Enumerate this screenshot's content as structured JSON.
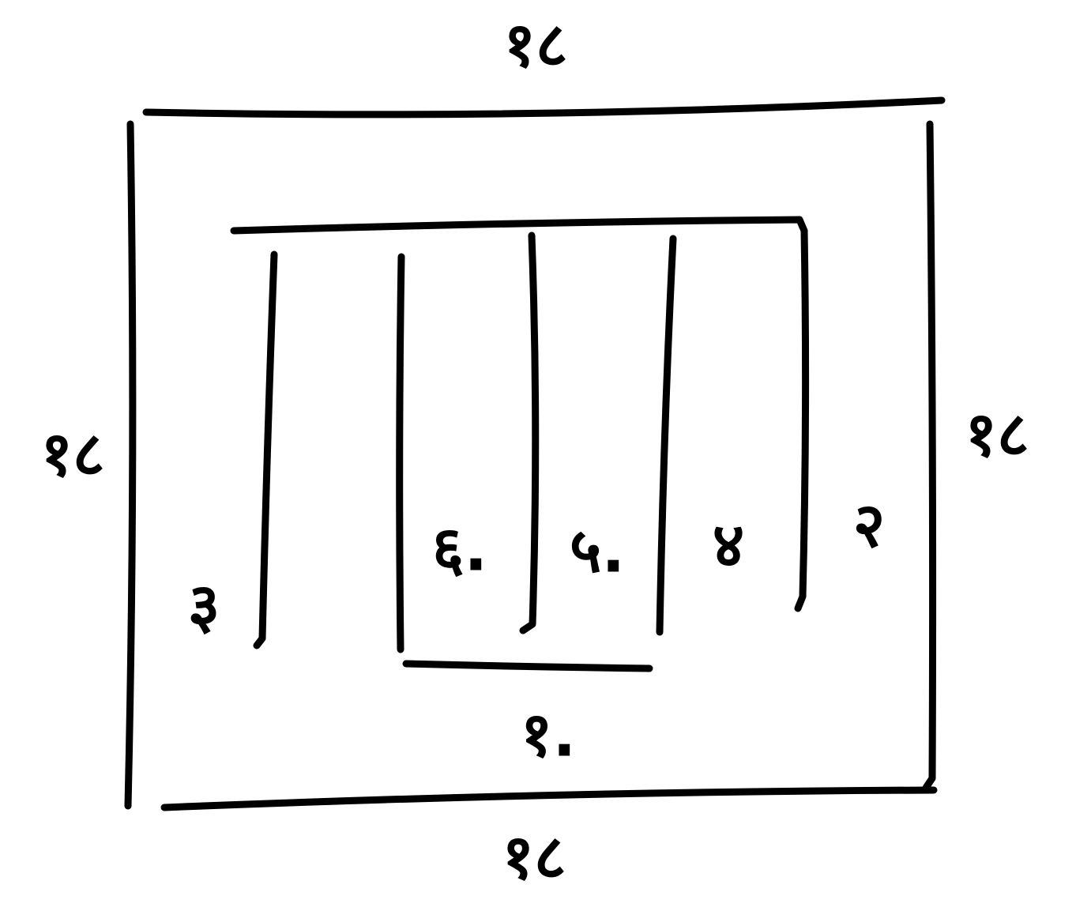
{
  "colors": {
    "ink": "#000000",
    "paper": "#ffffff"
  },
  "labels": {
    "outer_top": "१८",
    "outer_left": "१८",
    "outer_right": "१८",
    "outer_bottom": "१८",
    "inner_1": "१.",
    "inner_2": "२",
    "inner_3": "३",
    "inner_4": "४",
    "inner_5": "५.",
    "inner_6": "६."
  }
}
